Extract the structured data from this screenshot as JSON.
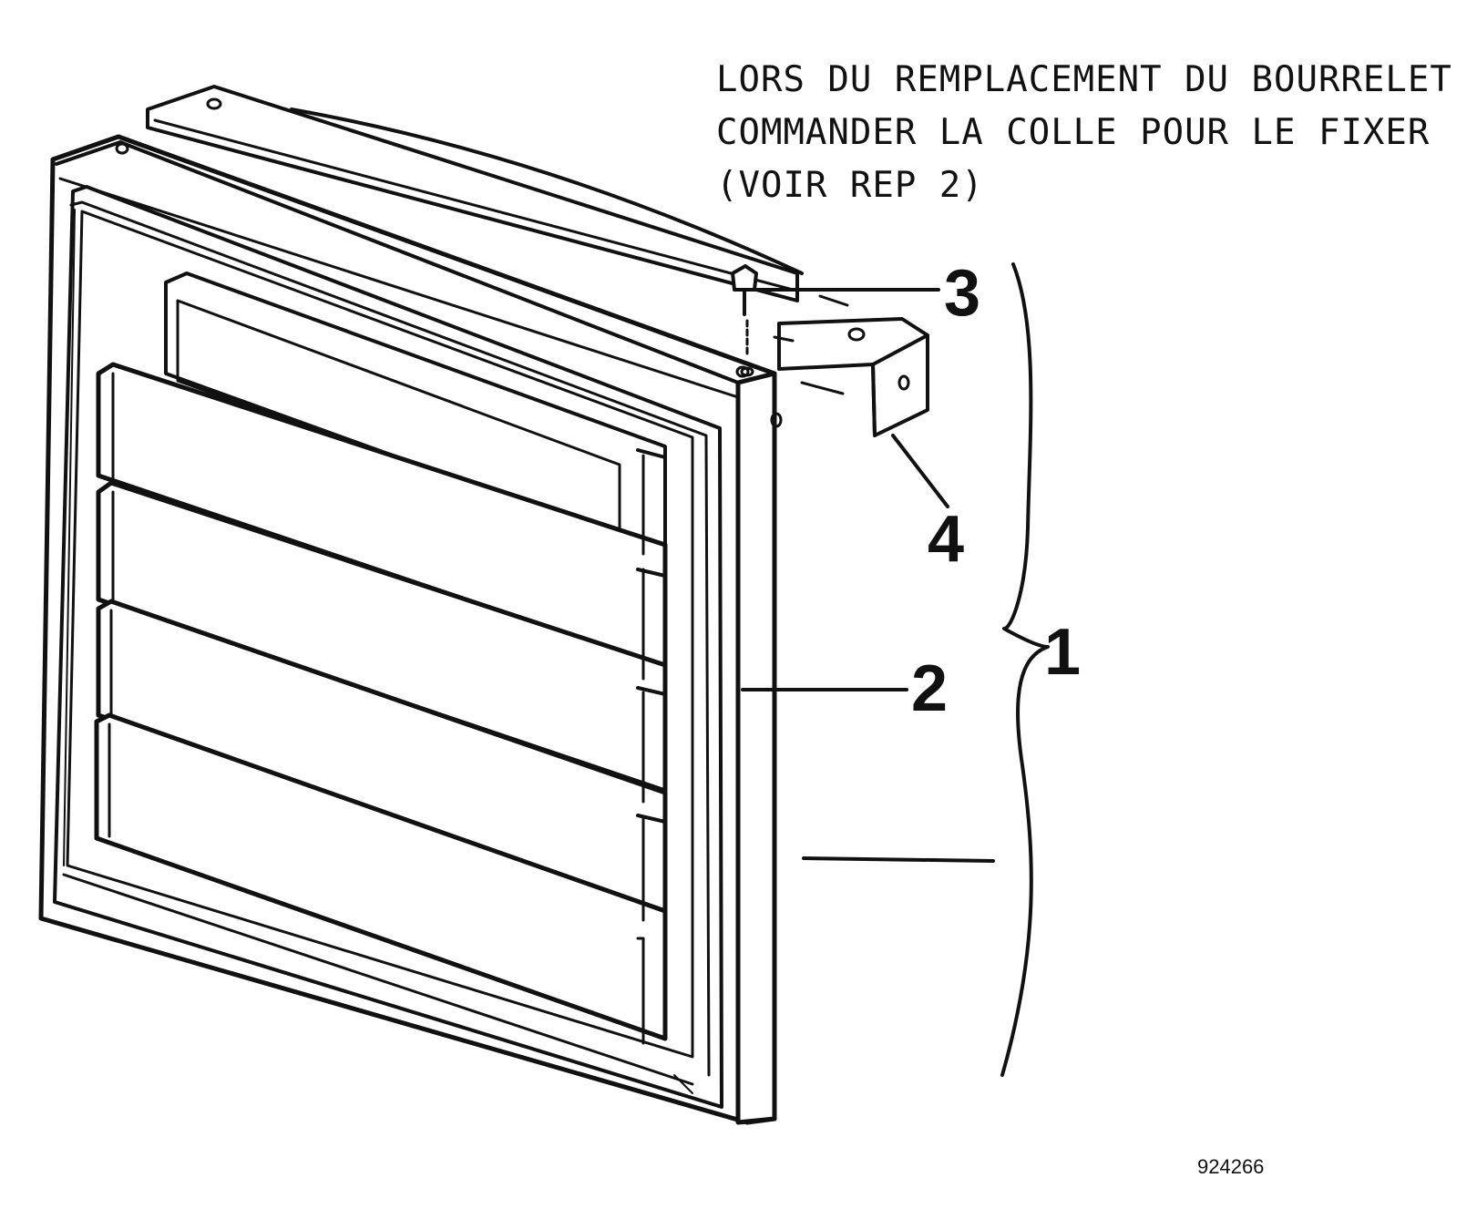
{
  "note": {
    "lines": [
      "LORS DU REMPLACEMENT DU BOURRELET",
      "COMMANDER LA COLLE POUR LE FIXER",
      "(VOIR REP 2)"
    ]
  },
  "callouts": {
    "c1": "1",
    "c2": "2",
    "c3": "3",
    "c4": "4"
  },
  "figure_ref": "924266",
  "colors": {
    "ink": "#111111",
    "paper": "#ffffff"
  }
}
